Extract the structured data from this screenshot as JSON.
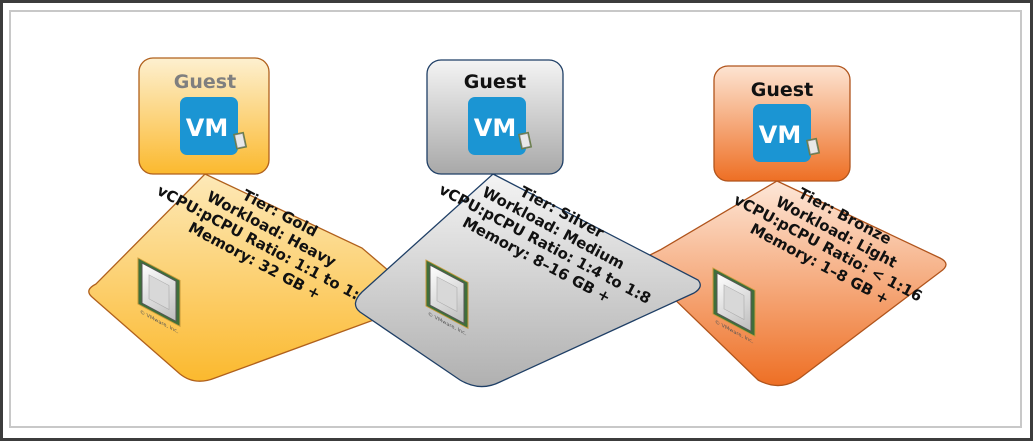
{
  "diagram": {
    "tiers": [
      {
        "id": "gold",
        "guest_label": "Guest",
        "vm_label": "VM",
        "lines": [
          "Tier: Gold",
          "Workload: Heavy",
          "vCPU:pCPU Ratio: 1:1 to 1:2",
          "Memory: 32 GB +"
        ],
        "chip_copyright": "© VMware, Inc.",
        "colors": {
          "top": "#fde9b8",
          "bottom": "#fbb92e",
          "border": "#b0601c",
          "guest_text": "#7f7f7f"
        }
      },
      {
        "id": "silver",
        "guest_label": "Guest",
        "vm_label": "VM",
        "lines": [
          "Tier: Silver",
          "Workload: Medium",
          "vCPU:pCPU Ratio: 1:4 to 1:8",
          "Memory: 8–16 GB +"
        ],
        "chip_copyright": "© VMware, Inc.",
        "colors": {
          "top": "#f2f2f2",
          "bottom": "#a6a6a6",
          "border": "#1f3f66",
          "guest_text": "#111111"
        }
      },
      {
        "id": "bronze",
        "guest_label": "Guest",
        "vm_label": "VM",
        "lines": [
          "Tier: Bronze",
          "Workload: Light",
          "vCPU:pCPU Ratio: < 1:16",
          "Memory: 1–8 GB +"
        ],
        "chip_copyright": "© VMware, Inc.",
        "colors": {
          "top": "#fde4d2",
          "bottom": "#ee6f24",
          "border": "#b0541c",
          "guest_text": "#111111"
        }
      }
    ],
    "vm_icon_color": "#1b95d3"
  }
}
